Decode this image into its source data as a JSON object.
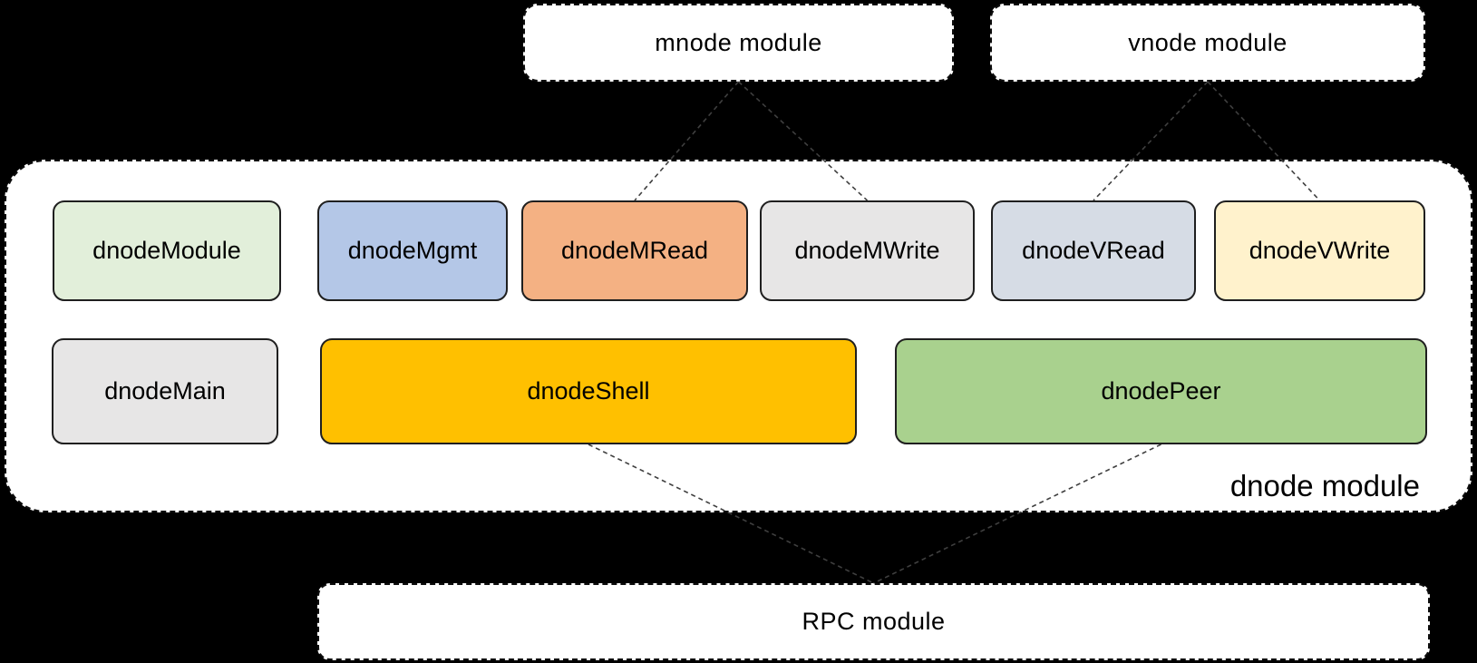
{
  "diagram": {
    "background_color": "#000000",
    "modules": {
      "mnode": {
        "label": "mnode module"
      },
      "vnode": {
        "label": "vnode module"
      },
      "dnode": {
        "label": "dnode module"
      },
      "rpc": {
        "label": "RPC module"
      }
    },
    "dnode_components": [
      {
        "id": "dnodeModule",
        "label": "dnodeModule",
        "fill": "#e2efda",
        "row": 1
      },
      {
        "id": "dnodeMgmt",
        "label": "dnodeMgmt",
        "fill": "#b4c7e7",
        "row": 1
      },
      {
        "id": "dnodeMRead",
        "label": "dnodeMRead",
        "fill": "#f4b183",
        "row": 1
      },
      {
        "id": "dnodeMWrite",
        "label": "dnodeMWrite",
        "fill": "#e7e6e6",
        "row": 1
      },
      {
        "id": "dnodeVRead",
        "label": "dnodeVRead",
        "fill": "#d6dce5",
        "row": 1
      },
      {
        "id": "dnodeVWrite",
        "label": "dnodeVWrite",
        "fill": "#fff2cc",
        "row": 1
      },
      {
        "id": "dnodeMain",
        "label": "dnodeMain",
        "fill": "#e7e6e6",
        "row": 2
      },
      {
        "id": "dnodeShell",
        "label": "dnodeShell",
        "fill": "#ffc000",
        "row": 2
      },
      {
        "id": "dnodePeer",
        "label": "dnodePeer",
        "fill": "#a9d18e",
        "row": 2
      }
    ],
    "connections": [
      {
        "from": "mnode",
        "to": "dnodeMRead"
      },
      {
        "from": "mnode",
        "to": "dnodeMWrite"
      },
      {
        "from": "vnode",
        "to": "dnodeVRead"
      },
      {
        "from": "vnode",
        "to": "dnodeVWrite"
      },
      {
        "from": "dnodeShell",
        "to": "rpc"
      },
      {
        "from": "dnodePeer",
        "to": "rpc"
      }
    ],
    "style_colors": {
      "container_fill": "#ffffff",
      "dashed_border": "#0d0d0d",
      "component_border": "#1f1f1f",
      "connector_line": "#3f3f3f",
      "text": "#000000"
    }
  }
}
